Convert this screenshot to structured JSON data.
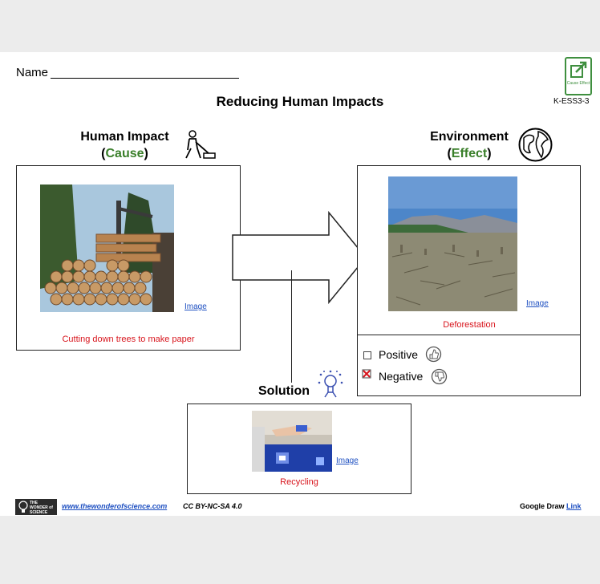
{
  "header": {
    "name_label": "Name",
    "title": "Reducing Human Impacts",
    "standard_code": "K-ESS3-3",
    "badge_text": "Cause Effect"
  },
  "cause": {
    "heading": "Human Impact",
    "sub_open": "(",
    "sub_word": "Cause",
    "sub_close": ")",
    "image_link": "Image",
    "caption": "Cutting down trees to make paper"
  },
  "effect": {
    "heading": "Environment",
    "sub_open": "(",
    "sub_word": "Effect",
    "sub_close": ")",
    "image_link": "Image",
    "caption": "Deforestation",
    "options": [
      {
        "label": "Positive",
        "checked": false
      },
      {
        "label": "Negative",
        "checked": true
      }
    ]
  },
  "solution": {
    "heading": "Solution",
    "image_link": "Image",
    "caption": "Recycling"
  },
  "footer": {
    "logo_text": "THE WONDER of SCIENCE",
    "website": "www.thewonderofscience.com",
    "license": "CC BY-NC-SA 4.0",
    "draw_label": "Google Draw",
    "draw_link": "Link"
  },
  "colors": {
    "accent_green": "#3a7f2a",
    "caption_red": "#d8141c",
    "link_blue": "#1d4fc1"
  },
  "icons": [
    "external-link-icon",
    "worker-icon",
    "globe-icon",
    "lightbulb-icon",
    "thumbs-up-icon",
    "thumbs-down-icon"
  ]
}
